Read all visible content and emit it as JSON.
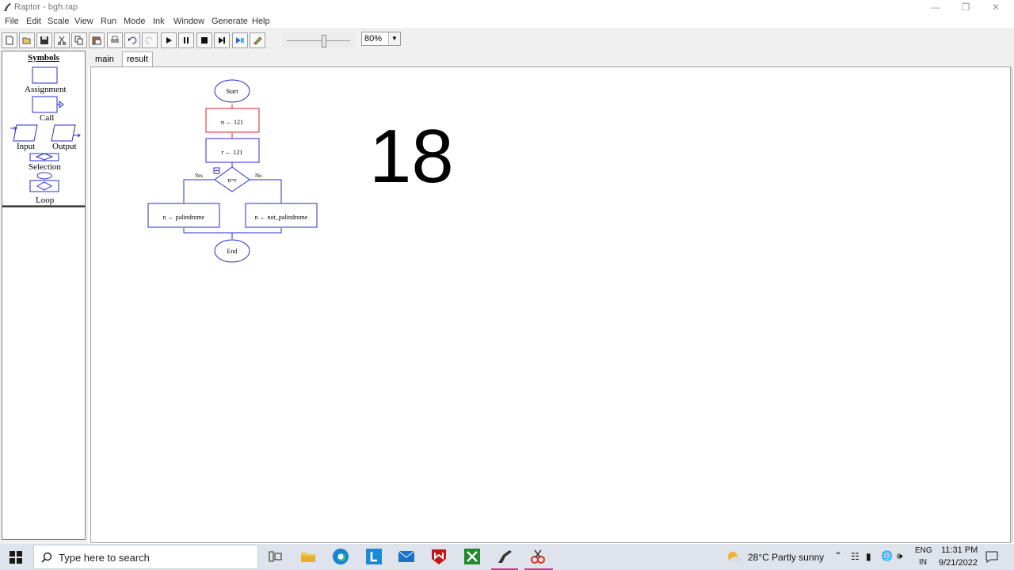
{
  "window": {
    "title": "Raptor - bgh.rap",
    "controls": [
      "minimize",
      "maximize",
      "close"
    ]
  },
  "menu": [
    "File",
    "Edit",
    "Scale",
    "View",
    "Run",
    "Mode",
    "Ink",
    "Window",
    "Generate",
    "Help"
  ],
  "toolbar": {
    "buttons": [
      "new-icon",
      "open-icon",
      "save-icon",
      "cut-icon",
      "copy-icon",
      "paste-icon",
      "print-icon",
      "undo-icon",
      "redo-icon",
      "play-icon",
      "pause-icon",
      "stop-icon",
      "step-icon",
      "test-server-icon",
      "ink-pen-icon"
    ],
    "zoom_value": "80%"
  },
  "symbols": {
    "title": "Symbols",
    "items": [
      "Assignment",
      "Call",
      "Input",
      "Output",
      "Selection",
      "Loop"
    ]
  },
  "tabs": [
    {
      "label": "main",
      "active": false
    },
    {
      "label": "result",
      "active": true
    }
  ],
  "flowchart": {
    "start": "Start",
    "assign1": "n ← 121",
    "assign2": "r ← 121",
    "decision": "n=r",
    "yes_label": "Yes",
    "no_label": "No",
    "yes_branch": "n ← palindrome",
    "no_branch": "n ← not_palindrome",
    "end": "End"
  },
  "result_value": "18",
  "taskbar": {
    "search_placeholder": "Type here to search",
    "weather": "28°C  Partly sunny",
    "lang_top": "ENG",
    "lang_bottom": "IN",
    "time": "11:31 PM",
    "date": "9/21/2022"
  },
  "colors": {
    "flow_blue": "#2b2bcc",
    "active_red": "#d42020",
    "taskbar_bg": "#dfe3eb"
  }
}
